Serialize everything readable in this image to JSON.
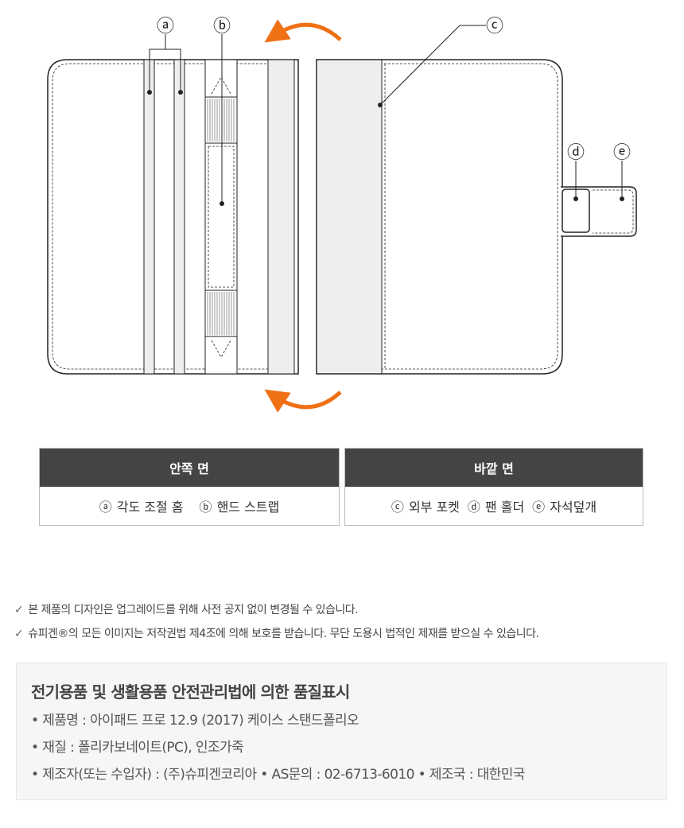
{
  "diagram": {
    "labels": {
      "a": "ⓐ",
      "b": "ⓑ",
      "c": "ⓒ",
      "d": "ⓓ",
      "e": "ⓔ"
    },
    "colors": {
      "arrow": "#f07016",
      "strip": "#eeeeef",
      "line": "#222222"
    }
  },
  "table": {
    "inner": {
      "title": "안쪽 면",
      "items": [
        {
          "mark": "ⓐ",
          "label": "각도 조절 홈"
        },
        {
          "mark": "ⓑ",
          "label": "핸드 스트랩"
        }
      ]
    },
    "outer": {
      "title": "바깥 면",
      "items": [
        {
          "mark": "ⓒ",
          "label": "외부 포켓"
        },
        {
          "mark": "ⓓ",
          "label": "팬 홀더"
        },
        {
          "mark": "ⓔ",
          "label": "자석덮개"
        }
      ]
    }
  },
  "notes": [
    {
      "icon": "check-icon",
      "check": "✓",
      "text": "본 제품의 디자인은 업그레이드를 위해 사전 공지 없이 변경될 수 있습니다."
    },
    {
      "icon": "check-icon",
      "check": "✓",
      "text": "슈피겐®의 모든 이미지는 저작권법 제4조에 의해 보호를 받습니다. 무단 도용시 법적인 제재를 받으실 수 있습니다."
    }
  ],
  "quality": {
    "title": "전기용품 및 생활용품 안전관리법에 의한 품질표시",
    "lines": [
      "• 제품명 : 아이패드 프로 12.9 (2017) 케이스 스탠드폴리오",
      "• 재질 : 폴리카보네이트(PC), 인조가죽",
      "• 제조자(또는 수입자) : (주)슈피겐코리아  • AS문의 : 02-6713-6010  • 제조국 : 대한민국"
    ]
  }
}
